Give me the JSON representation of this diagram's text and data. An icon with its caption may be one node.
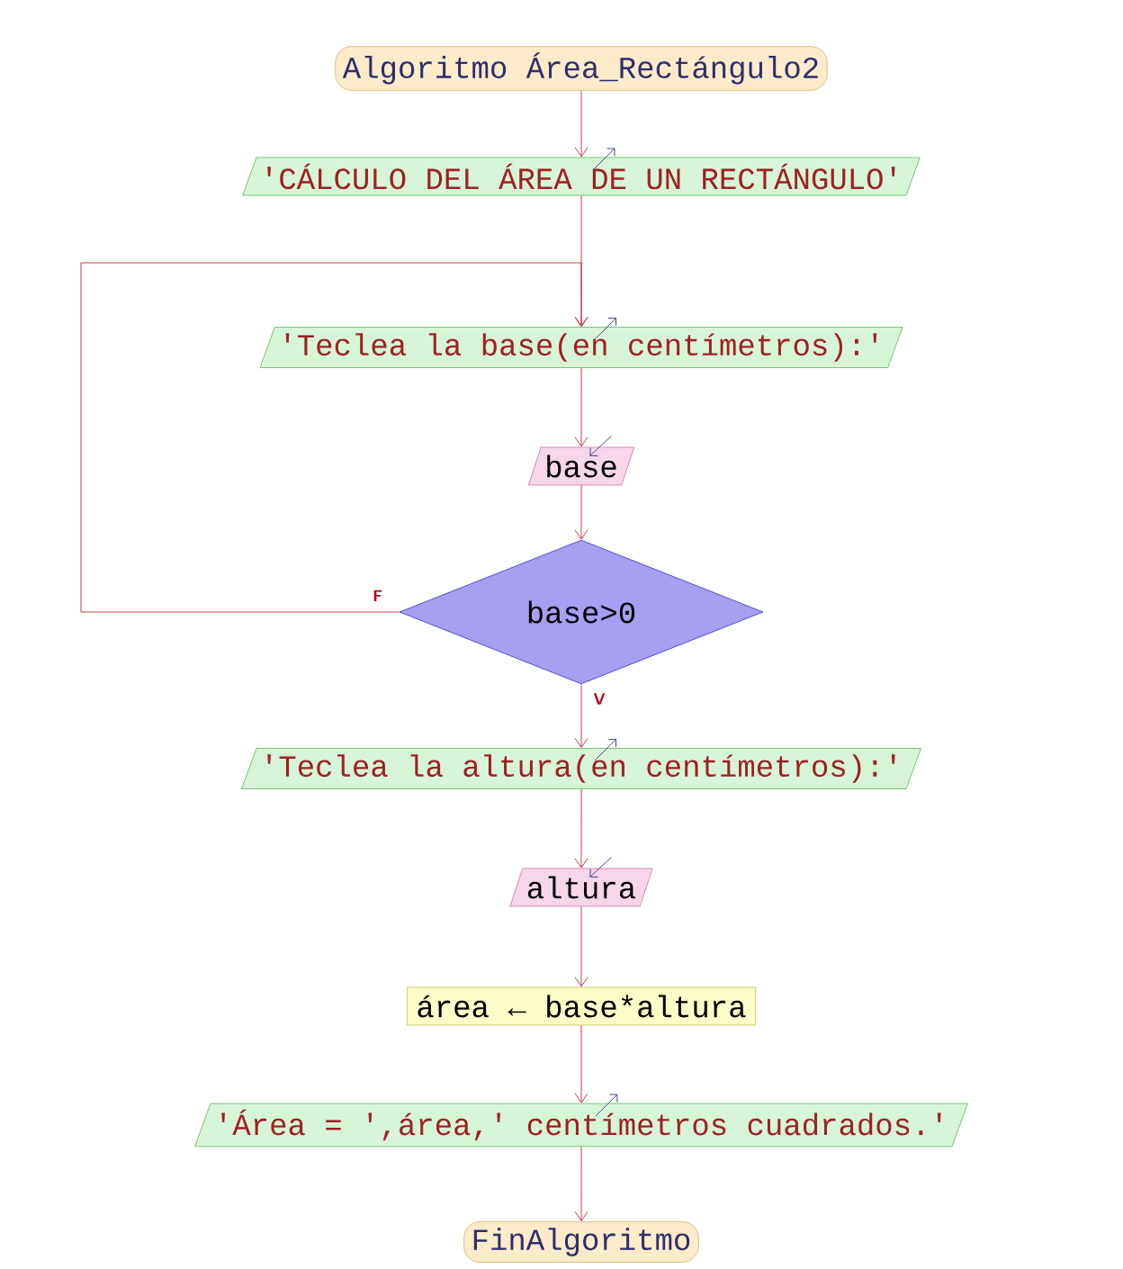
{
  "diagram": {
    "nodes": [
      {
        "text": [
          "Algoritmo Área_Rectángulo2"
        ]
      },
      {
        "text": [
          "'CÁLCULO DEL ÁREA DE UN RECTÁNGULO'"
        ]
      },
      {
        "text": [
          "'Teclea la base(en centímetros):'"
        ]
      },
      {
        "text": [
          "base"
        ]
      },
      {
        "text": [
          "base>0"
        ]
      },
      {
        "text": [
          "'Teclea la altura(en centímetros):'"
        ]
      },
      {
        "text": [
          "altura"
        ]
      },
      {
        "text": [
          "área ← base*altura"
        ]
      },
      {
        "text": [
          "'Área = ',área,' centímetros cuadrados.'"
        ]
      },
      {
        "text": [
          "FinAlgoritmo"
        ]
      }
    ],
    "edges": [
      {
        "from": 0,
        "to": 1,
        "arrow": "to"
      },
      {
        "from": 1,
        "to": 2,
        "arrow": "to"
      },
      {
        "from": 2,
        "to": 3,
        "arrow": "to"
      },
      {
        "from": 3,
        "to": 4,
        "arrow": "to"
      },
      {
        "from": 4,
        "to": 5,
        "arrow": "to",
        "label": "V"
      },
      {
        "from": 4,
        "to": 2,
        "arrow": "to",
        "label": "F"
      },
      {
        "from": 5,
        "to": 6,
        "arrow": "to"
      },
      {
        "from": 6,
        "to": 7,
        "arrow": "to"
      },
      {
        "from": 7,
        "to": 8,
        "arrow": "to"
      },
      {
        "from": 8,
        "to": 9,
        "arrow": "to"
      }
    ]
  }
}
